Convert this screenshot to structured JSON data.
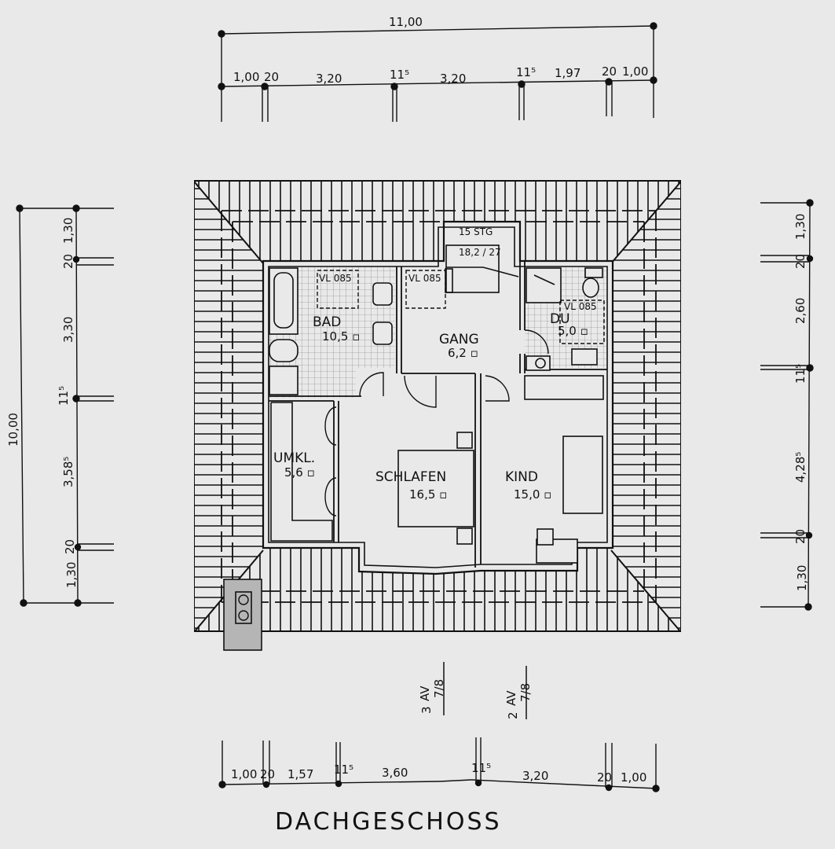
{
  "title": "DACHGESCHOSS",
  "dimensions": {
    "top_total": "11,00",
    "top_segments": [
      "1,00",
      "20",
      "3,20",
      "11⁵",
      "3,20",
      "11⁵",
      "1,97",
      "20",
      "1,00"
    ],
    "left_total": "10,00",
    "left_segments": [
      "1,30",
      "20",
      "3,30",
      "11⁵",
      "3,58⁵",
      "20",
      "1,30"
    ],
    "right_segments": [
      "1,30",
      "20",
      "2,60",
      "11⁵",
      "4,28⁵",
      "20",
      "1,30"
    ],
    "bottom_segments": [
      "1,00",
      "20",
      "1,57",
      "11⁵",
      "3,60",
      "11⁵",
      "3,20",
      "20",
      "1,00"
    ]
  },
  "rooms": {
    "bad": {
      "name": "BAD",
      "area": "10,5 ▫"
    },
    "gang": {
      "name": "GANG",
      "area": "6,2 ▫"
    },
    "du": {
      "name": "DU",
      "area": "5,0 ▫"
    },
    "umkl": {
      "name": "UMKL.",
      "area": "5,6 ▫"
    },
    "schlafen": {
      "name": "SCHLAFEN",
      "area": "16,5 ▫"
    },
    "kind": {
      "name": "KIND",
      "area": "15,0 ▫"
    }
  },
  "stairs": {
    "steps": "15 STG",
    "ratio": "18,2 / 27"
  },
  "windows": [
    "VL 085",
    "VL 085",
    "VL 085"
  ],
  "section_marks": [
    {
      "number": "3",
      "code": "AV",
      "ref": "7/8"
    },
    {
      "number": "2",
      "code": "AV",
      "ref": "7/8"
    }
  ],
  "colors": {
    "paper": "#e9e9e9",
    "ink": "#111111",
    "chimney": "#b5b5b5"
  }
}
